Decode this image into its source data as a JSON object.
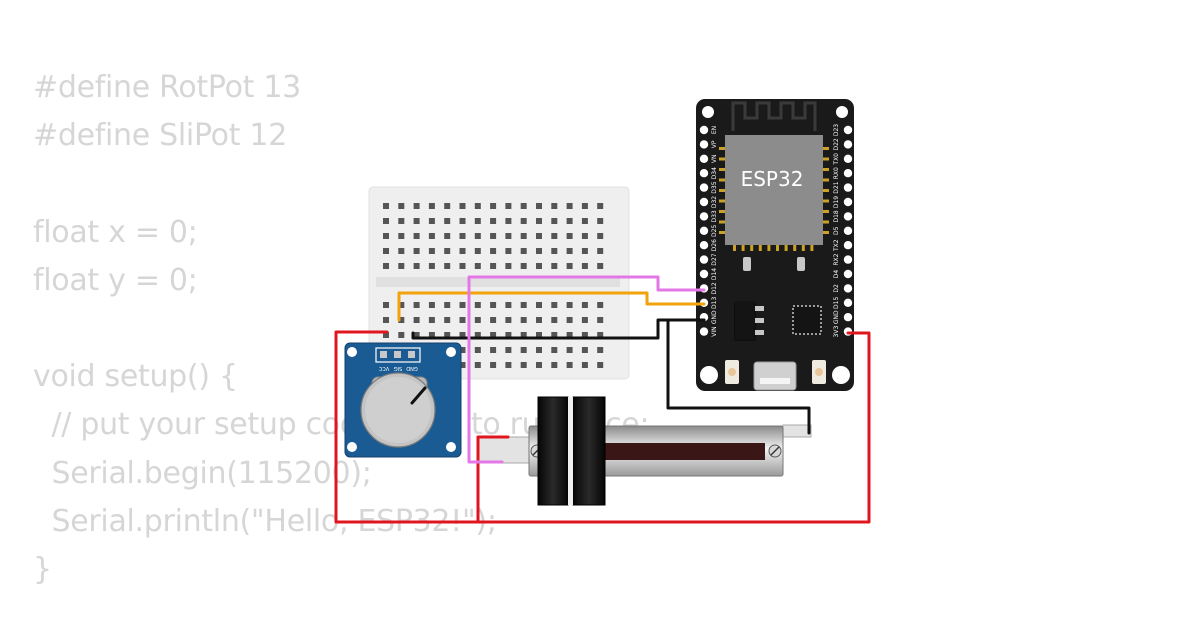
{
  "code": {
    "lines": [
      "#define RotPot 13",
      "#define SliPot 12",
      "",
      "float x = 0;",
      "float y = 0;",
      "",
      "void setup() {",
      "  // put your setup code here, to run once:",
      "  Serial.begin(115200);",
      "  Serial.println(\"Hello, ESP32!\");",
      "}"
    ]
  },
  "esp32": {
    "label": "ESP32",
    "left_pins": [
      "EN",
      "VP",
      "VN",
      "D34",
      "D35",
      "D32",
      "D33",
      "D25",
      "D26",
      "D27",
      "D14",
      "D12",
      "D13",
      "GND",
      "VIN"
    ],
    "right_pins": [
      "D23",
      "D22",
      "TX0",
      "RX0",
      "D21",
      "D19",
      "D18",
      "D5",
      "TX2",
      "RX2",
      "D4",
      "D2",
      "D15",
      "GND",
      "3V3"
    ]
  },
  "rotary_pot": {
    "pin_labels": [
      "VCC",
      "SIG",
      "GND"
    ]
  },
  "colors": {
    "board": "#1a1a1a",
    "chip": "#8c8c8c",
    "module_blue": "#1b5b93",
    "breadboard": "#efefef",
    "wire_red": "#e0161e",
    "wire_black": "#111111",
    "wire_orange": "#f2a20b",
    "wire_pink": "#e477e8",
    "slider_track": "#3a1616"
  }
}
